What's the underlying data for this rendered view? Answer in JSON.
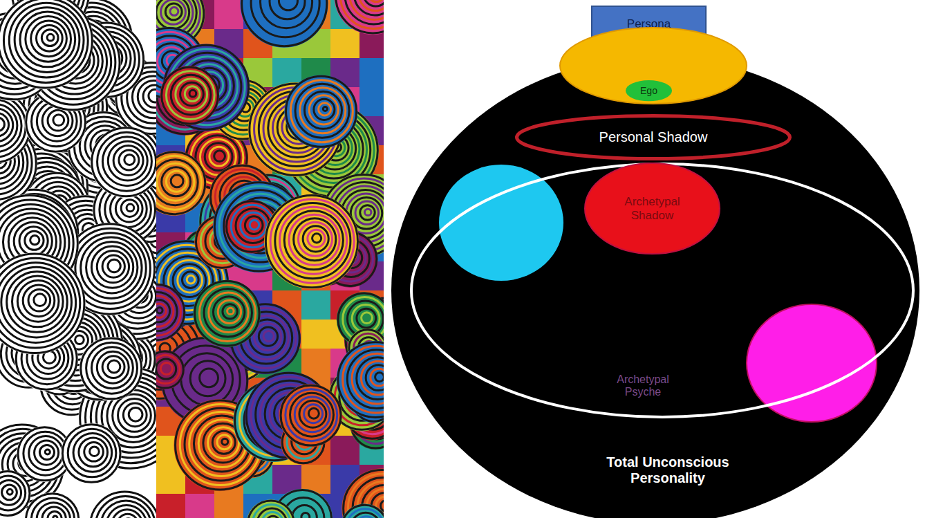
{
  "diagram": {
    "nodes": [
      {
        "text": [
          "Persona"
        ]
      },
      {
        "text": [
          "Total Unconscious Personality"
        ]
      },
      {
        "text": [
          "Ego"
        ],
        "in": 1
      },
      {
        "text": [
          "Personal Shadow"
        ],
        "in": 1
      },
      {
        "text": [
          "Archetypal Psyche"
        ],
        "in": 1
      },
      {
        "text": [
          "Archetypal Shadow"
        ],
        "in": 4
      }
    ]
  }
}
